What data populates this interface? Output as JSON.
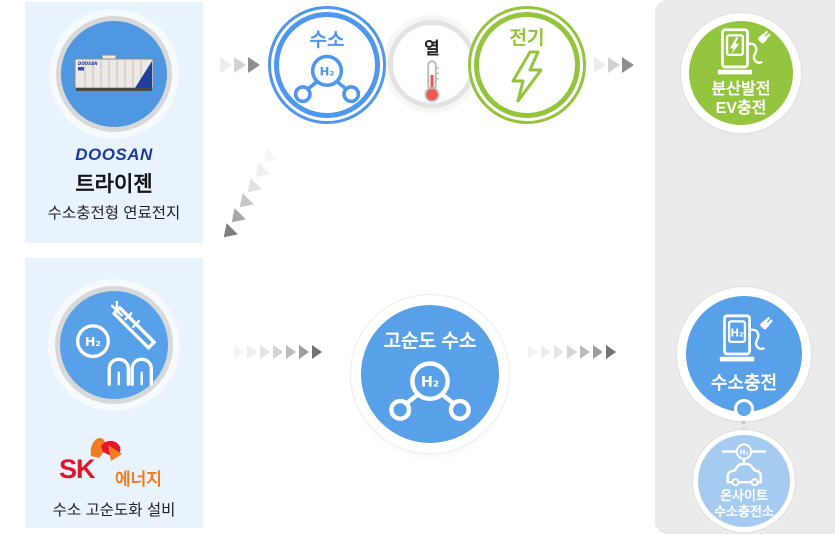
{
  "doosan_panel": {
    "logo": "DOOSAN",
    "product": "트라이젠",
    "subtitle": "수소충전형 연료전지"
  },
  "sk_panel": {
    "logo": "SK",
    "brand": "에너지",
    "subtitle": "수소 고순도화 설비"
  },
  "energy_nodes": {
    "hydrogen": {
      "label": "수소",
      "formula": "H₂"
    },
    "heat": {
      "label": "열"
    },
    "electricity": {
      "label": "전기"
    }
  },
  "pure_hydrogen": {
    "label": "고순도 수소",
    "formula": "H₂"
  },
  "ev_station": {
    "line1": "분산발전",
    "line2": "EV충전"
  },
  "h2_station": {
    "label": "수소충전",
    "formula": "H₂"
  },
  "onsite_station": {
    "line1": "온사이트",
    "line2": "수소충전소",
    "formula": "H₂"
  },
  "colors": {
    "accent_blue": "#4e97ef",
    "fill_blue": "#58a0e8",
    "fill_light_blue": "#a6cbf0",
    "accent_green": "#93c63e",
    "panel_background": "#e9f3fd",
    "column_background": "#ebebeb",
    "doosan_logo_blue": "#1b3a9e",
    "sk_logo_red": "#e0162b",
    "sk_logo_orange": "#f47a20",
    "thermometer_red": "#f4564e"
  }
}
